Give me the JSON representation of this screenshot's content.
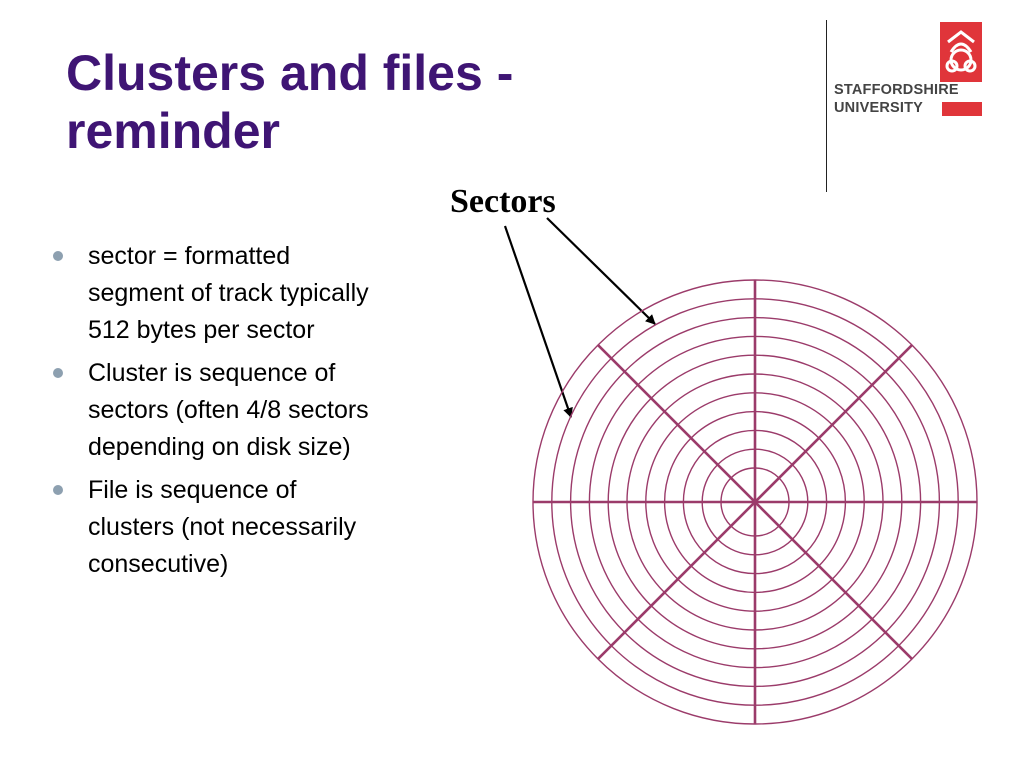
{
  "slide": {
    "title_line1": "Clusters and files -",
    "title_line2": "reminder"
  },
  "logo": {
    "line1": "STAFFORDSHIRE",
    "line2": "UNIVERSITY",
    "accent_color": "#e0353a"
  },
  "bullets": [
    {
      "line1": "sector = formatted",
      "line2": "segment of track typically",
      "line3": "512 bytes per sector"
    },
    {
      "line1": "Cluster is sequence of",
      "line2": "sectors (often 4/8 sectors",
      "line3": "depending on disk size)"
    },
    {
      "line1": "File is sequence of",
      "line2": "clusters (not necessarily",
      "line3": "consecutive)"
    }
  ],
  "diagram": {
    "label": "Sectors",
    "track_count": 11,
    "sector_lines": 4,
    "line_color": "#9b3b6a"
  },
  "colors": {
    "title": "#3f1574",
    "bullet": "#8da0b0"
  }
}
